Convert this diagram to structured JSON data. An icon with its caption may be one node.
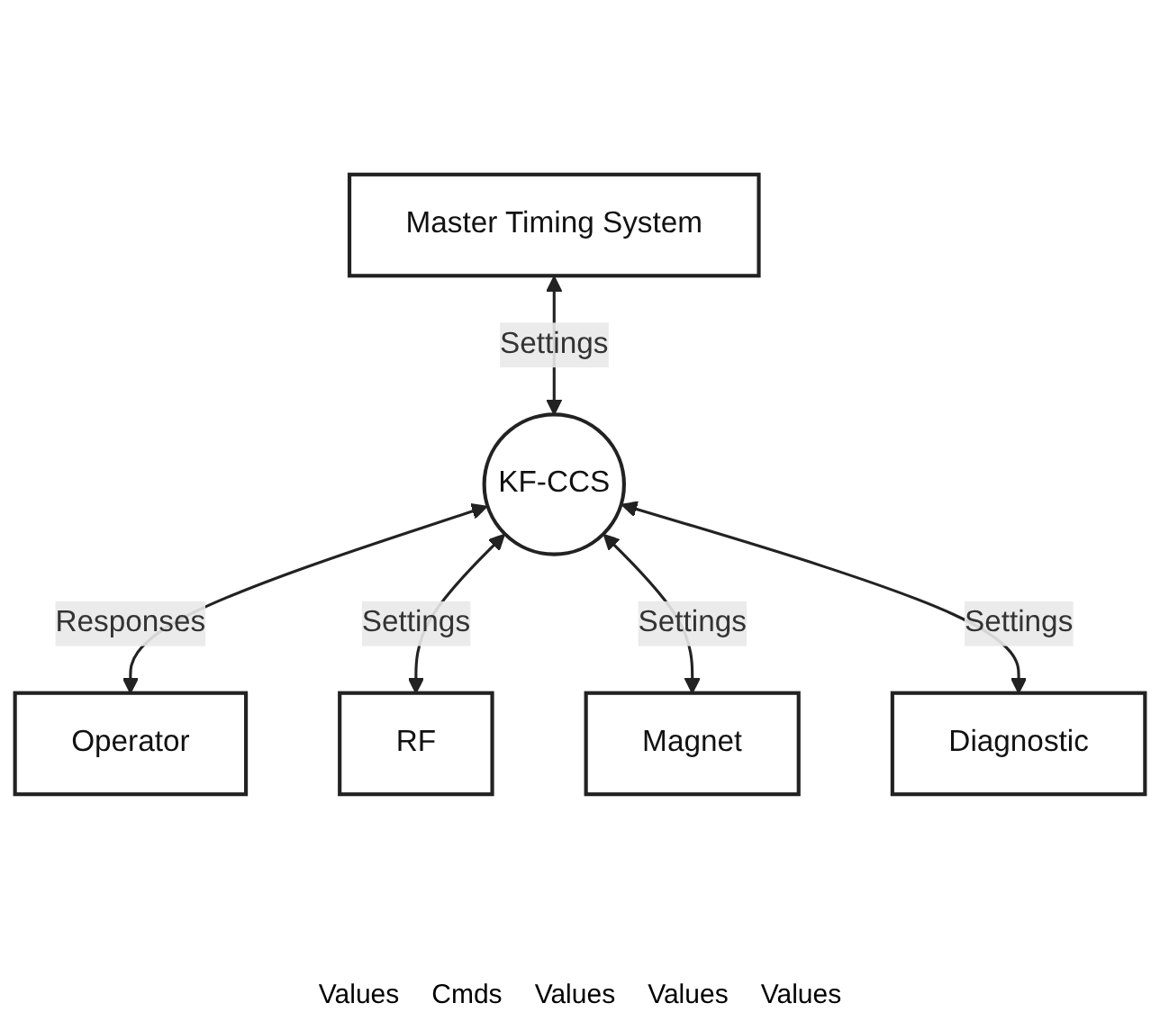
{
  "diagram": {
    "nodes": [
      {
        "text": [
          "Master Timing System"
        ]
      },
      {
        "text": [
          "KF-CCS"
        ]
      },
      {
        "text": [
          "Operator"
        ]
      },
      {
        "text": [
          "RF"
        ]
      },
      {
        "text": [
          "Magnet"
        ]
      },
      {
        "text": [
          "Diagnostic"
        ]
      }
    ],
    "edges": [
      {
        "from": 0,
        "to": 1,
        "arrow": "both",
        "label": "Settings"
      },
      {
        "from": 1,
        "to": 2,
        "arrow": "both",
        "label": "Responses"
      },
      {
        "from": 1,
        "to": 3,
        "arrow": "both",
        "label": "Settings"
      },
      {
        "from": 1,
        "to": 4,
        "arrow": "both",
        "label": "Settings"
      },
      {
        "from": 1,
        "to": 5,
        "arrow": "both",
        "label": "Settings"
      }
    ],
    "labels": [
      "Values",
      "Cmds",
      "Values",
      "Values",
      "Values"
    ]
  }
}
